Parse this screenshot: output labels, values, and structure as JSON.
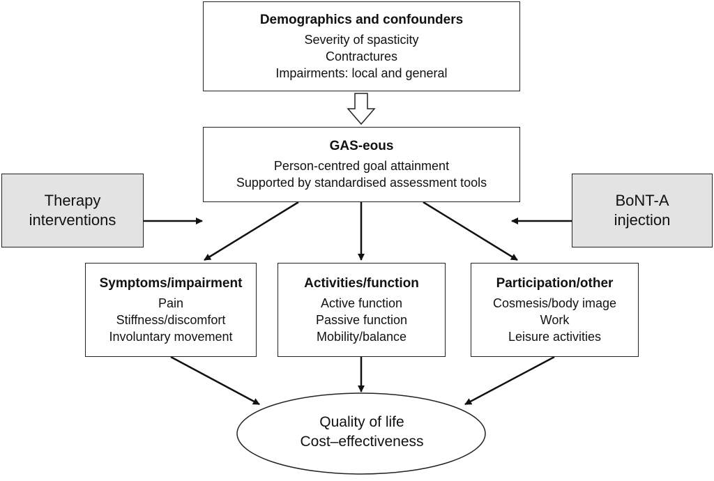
{
  "demographics": {
    "heading": "Demographics and confounders",
    "lines": [
      "Severity of spasticity",
      "Contractures",
      "Impairments: local and general"
    ]
  },
  "gas": {
    "heading": "GAS-eous",
    "lines": [
      "Person-centred goal attainment",
      "Supported by standardised assessment tools"
    ]
  },
  "therapy": {
    "lines": [
      "Therapy",
      "interventions"
    ]
  },
  "bont": {
    "lines": [
      "BoNT-A",
      "injection"
    ]
  },
  "symptoms": {
    "heading": "Symptoms/impairment",
    "lines": [
      "Pain",
      "Stiffness/discomfort",
      "Involuntary movement"
    ]
  },
  "activities": {
    "heading": "Activities/function",
    "lines": [
      "Active function",
      "Passive function",
      "Mobility/balance"
    ]
  },
  "participation": {
    "heading": "Participation/other",
    "lines": [
      "Cosmesis/body image",
      "Work",
      "Leisure activities"
    ]
  },
  "outcome": {
    "lines": [
      "Quality of life",
      "Cost–effectiveness"
    ]
  },
  "colors": {
    "stroke": "#222222",
    "side_box_fill": "#e3e3e3",
    "box_fill": "#ffffff"
  }
}
